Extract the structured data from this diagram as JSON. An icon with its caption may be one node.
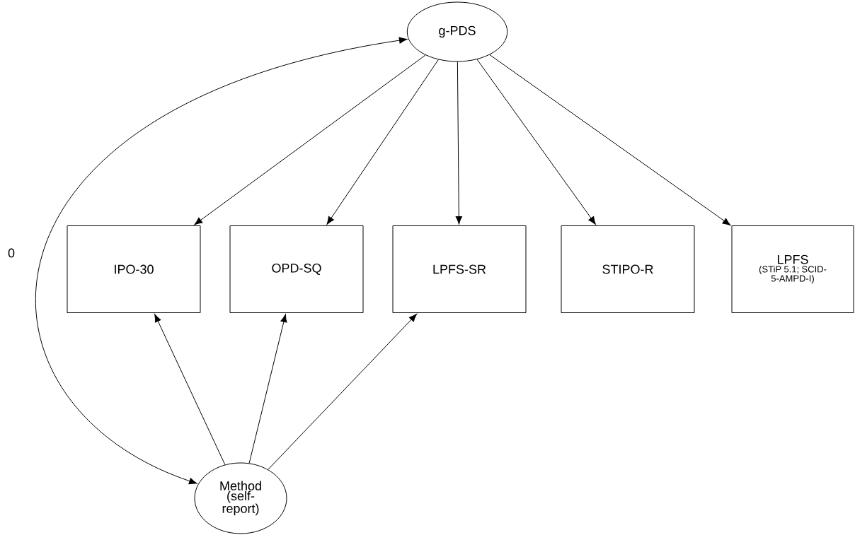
{
  "diagram": {
    "nodes": [
      {
        "text": [
          "g-PDS"
        ]
      },
      {
        "text": [
          "IPO-30"
        ]
      },
      {
        "text": [
          "OPD-SQ"
        ]
      },
      {
        "text": [
          "LPFS-SR"
        ]
      },
      {
        "text": [
          "STIPO-R"
        ]
      },
      {
        "text": [
          "LPFS",
          "(STiP 5.1; SCID-5-AMPD-I)"
        ]
      },
      {
        "text": [
          "Method (self-report)"
        ]
      }
    ],
    "edges": [
      {
        "from": 0,
        "to": 1,
        "arrow": "to"
      },
      {
        "from": 0,
        "to": 2,
        "arrow": "to"
      },
      {
        "from": 0,
        "to": 3,
        "arrow": "to"
      },
      {
        "from": 0,
        "to": 4,
        "arrow": "to"
      },
      {
        "from": 0,
        "to": 5,
        "arrow": "to"
      },
      {
        "from": 6,
        "to": 1,
        "arrow": "to"
      },
      {
        "from": 6,
        "to": 2,
        "arrow": "to"
      },
      {
        "from": 6,
        "to": 3,
        "arrow": "to"
      },
      {
        "from": 0,
        "to": 6,
        "arrow": "both",
        "label": "0"
      }
    ]
  }
}
